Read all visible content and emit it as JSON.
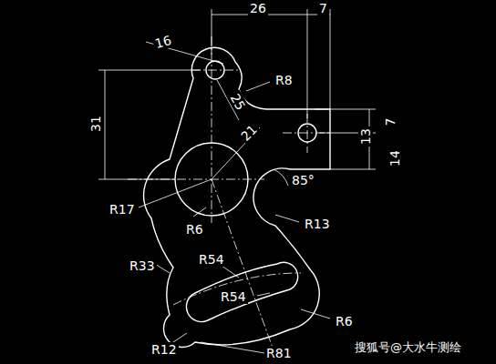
{
  "diagram": {
    "labels": [
      "26",
      "7",
      "16",
      "R8",
      "25",
      "31",
      "21",
      "13",
      "7",
      "14",
      "85°",
      "R17",
      "R6",
      "R13",
      "R33",
      "R54",
      "R54",
      "R6",
      "R12",
      "R81",
      "搜狐号@大水牛测绘"
    ]
  }
}
